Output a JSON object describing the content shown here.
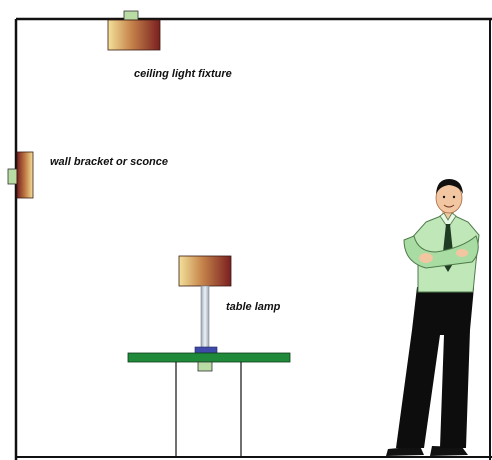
{
  "labels": {
    "ceiling": "ceiling light fixture",
    "wall": "wall bracket or sconce",
    "table": "table lamp"
  },
  "colors": {
    "room_line": "#111111",
    "fixture_light": "#f3e19a",
    "fixture_dark": "#7a1f1f",
    "mount_green": "#b8dca4",
    "table_top": "#1f8a3a",
    "lamp_base": "#3f49a8",
    "shirt": "#bfe7b8",
    "tie": "#1f3b24",
    "pants": "#0d0d0d",
    "skin": "#f2c6a0"
  },
  "icons": {
    "person": "man-standing-arms-crossed-icon"
  }
}
